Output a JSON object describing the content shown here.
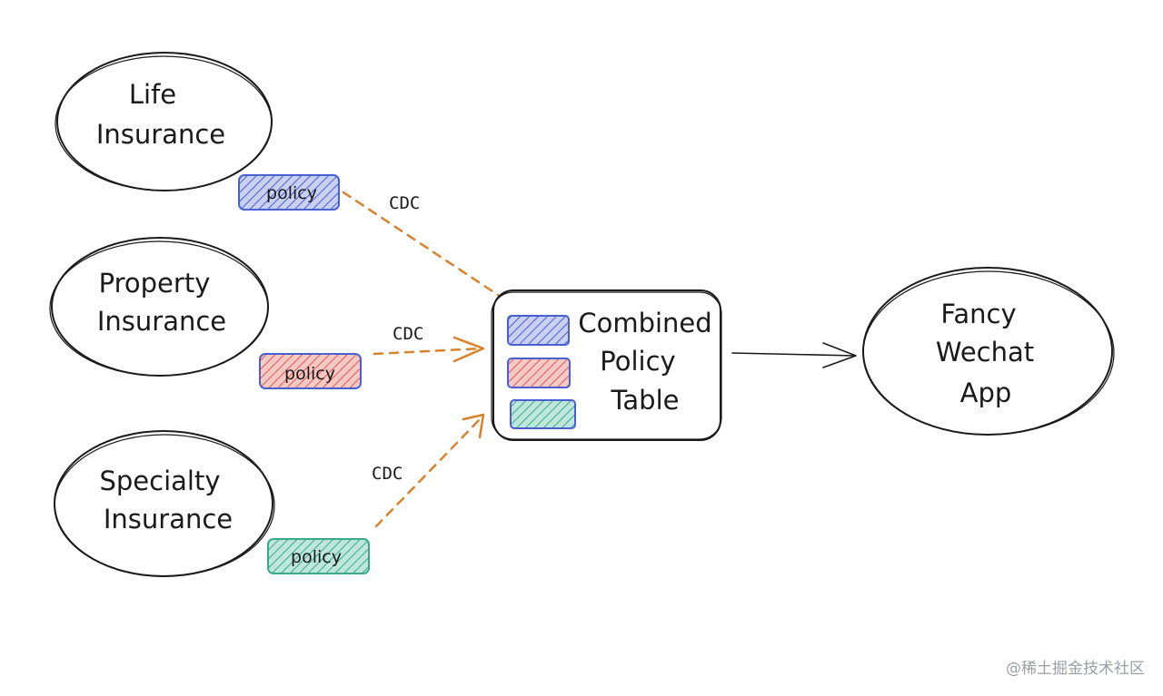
{
  "nodes": {
    "life": {
      "line1": "Life",
      "line2": "Insurance"
    },
    "property": {
      "line1": "Property",
      "line2": "Insurance"
    },
    "specialty": {
      "line1": "Specialty",
      "line2": "Insurance"
    },
    "combined": {
      "line1": "Combined",
      "line2": "Policy",
      "line3": "Table"
    },
    "app": {
      "line1": "Fancy",
      "line2": "Wechat",
      "line3": "App"
    }
  },
  "tags": {
    "life": "policy",
    "property": "policy",
    "specialty": "policy"
  },
  "edges": {
    "life": "CDC",
    "property": "CDC",
    "specialty": "CDC"
  },
  "colors": {
    "blue": "#4a5fd0",
    "red": "#e05a5a",
    "teal": "#3aaa8a",
    "orange": "#d9822b",
    "ink": "#1a1a1a"
  },
  "watermark": "@稀土掘金技术社区"
}
